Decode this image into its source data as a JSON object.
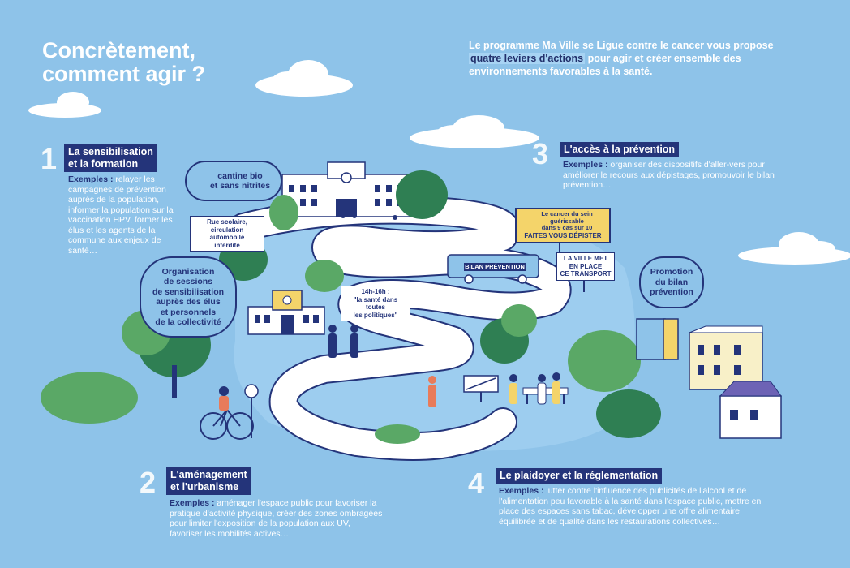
{
  "title": "Concrètement,\ncomment agir ?",
  "intro": {
    "part1": "Le programme Ma Ville se Ligue contre le cancer vous propose ",
    "highlight": "quatre leviers d'actions",
    "part2": " pour agir et créer ensemble des environnements favorables à la santé."
  },
  "levers": [
    {
      "number": "1",
      "title": "La sensibilisation\net la formation",
      "examples_label": "Exemples :",
      "examples_text": " relayer les campagnes de prévention auprès de la population, informer la population sur la vaccination HPV, former les élus et les agents de la commune aux enjeux de santé…"
    },
    {
      "number": "2",
      "title": "L'aménagement\net l'urbanisme",
      "examples_label": "Exemples :",
      "examples_text": " aménager l'espace public pour favoriser la pratique d'activité physique, créer des zones ombragées pour limiter l'exposition de la population aux UV, favoriser les mobilités actives…"
    },
    {
      "number": "3",
      "title": "L'accès à la prévention",
      "examples_label": "Exemples :",
      "examples_text": " organiser des dispositifs d'aller-vers pour améliorer le recours aux dépistages, promouvoir le bilan prévention…"
    },
    {
      "number": "4",
      "title": "Le plaidoyer et la réglementation",
      "examples_label": "Exemples :",
      "examples_text": " lutter contre l'influence des publicités de l'alcool et de l'alimentation peu favorable à la santé dans l'espace public, mettre en place des espaces sans tabac, développer une offre alimentaire équilibrée et de qualité dans les restaurations collectives…"
    }
  ],
  "bubbles": {
    "cantine": "cantine bio\net sans nitrites",
    "sessions": "Organisation\nde sessions\nde sensibilisation\nauprès des élus\net personnels\nde la collectivité",
    "bilan": "Promotion\ndu bilan\nprévention"
  },
  "signs": {
    "rue": "Rue scolaire,\ncirculation automobile\ninterdite",
    "sante": "14h-16h :\n\"la santé dans toutes\nles politiques\"",
    "ville": "LA VILLE MET\nEN PLACE\nCE TRANSPORT"
  },
  "poster": {
    "line": "Le cancer du sein\nguérissable\ndans 9 cas sur 10",
    "cta": "FAITES VOUS DÉPISTER"
  },
  "bus_label": "BILAN PRÉVENTION",
  "colors": {
    "sky": "#8ec3e9",
    "navy": "#24347a",
    "green": "#5aa866",
    "dark_green": "#2f7f53",
    "road": "#ffffff",
    "yellow": "#f4d46a"
  }
}
